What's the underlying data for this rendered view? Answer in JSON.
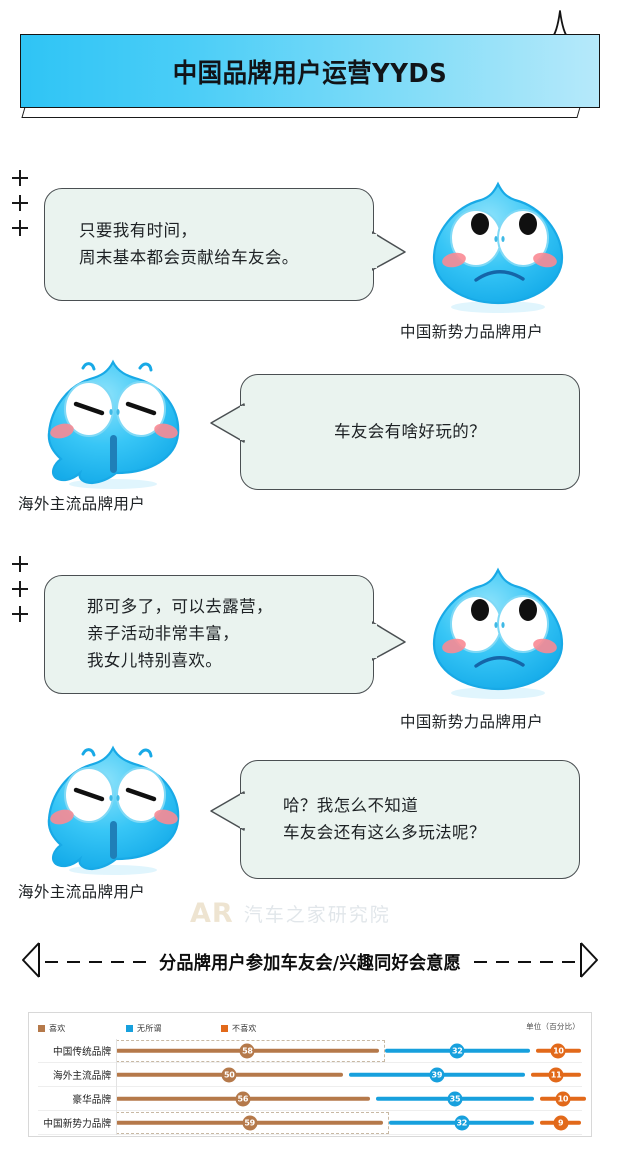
{
  "header": {
    "title": "中国品牌用户运营YYDS",
    "sparkle_icon": "four-point-star-icon"
  },
  "conversation": [
    {
      "id": "bubble-1",
      "side": "left",
      "lines": [
        "只要我有时间，",
        "周末基本都会贡献给车友会。"
      ]
    },
    {
      "id": "bubble-2",
      "side": "right",
      "lines": [
        "车友会有啥好玩的？"
      ]
    },
    {
      "id": "bubble-3",
      "side": "left",
      "lines": [
        "那可多了，可以去露营，",
        "亲子活动非常丰富，",
        "我女儿特别喜欢。"
      ]
    },
    {
      "id": "bubble-4",
      "side": "right",
      "lines": [
        "哈？我怎么不知道",
        "车友会还有这么多玩法呢？"
      ]
    }
  ],
  "characters": [
    {
      "id": "char-1",
      "label": "中国新势力品牌用户",
      "mood": "sad-blob-icon"
    },
    {
      "id": "char-2",
      "label": "海外主流品牌用户",
      "mood": "surprised-blob-icon"
    },
    {
      "id": "char-3",
      "label": "中国新势力品牌用户",
      "mood": "sad-blob-icon"
    },
    {
      "id": "char-4",
      "label": "海外主流品牌用户",
      "mood": "surprised-blob-icon"
    }
  ],
  "watermark": {
    "logo": "AR",
    "text": "汽车之家研究院"
  },
  "divider": {
    "title": "分品牌用户参加车友会/兴趣同好会意愿",
    "dash_count": 5
  },
  "chart_data": {
    "type": "bar",
    "orientation": "horizontal-stacked",
    "title": "分品牌用户参加车友会/兴趣同好会意愿",
    "unit_label": "单位（百分比）",
    "xlabel": "",
    "ylabel": "",
    "xlim": [
      0,
      100
    ],
    "grid": false,
    "legend_position": "top-left",
    "categories": [
      "中国传统品牌",
      "海外主流品牌",
      "豪华品牌",
      "中国新势力品牌"
    ],
    "series": [
      {
        "name": "喜欢",
        "color": "#b5794a",
        "values": [
          58,
          50,
          56,
          59
        ]
      },
      {
        "name": "无所谓",
        "color": "#17a0dd",
        "values": [
          32,
          39,
          35,
          32
        ]
      },
      {
        "name": "不喜欢",
        "color": "#e2691a",
        "values": [
          10,
          11,
          10,
          9
        ]
      }
    ],
    "highlighted_rows": [
      "中国传统品牌",
      "中国新势力品牌"
    ]
  },
  "colors": {
    "brand_blue": "#2fc4f5",
    "bubble_bg": "#eaf3ef",
    "bubble_border": "#4a4f52",
    "like": "#b5794a",
    "neutral": "#17a0dd",
    "dislike": "#e2691a"
  }
}
